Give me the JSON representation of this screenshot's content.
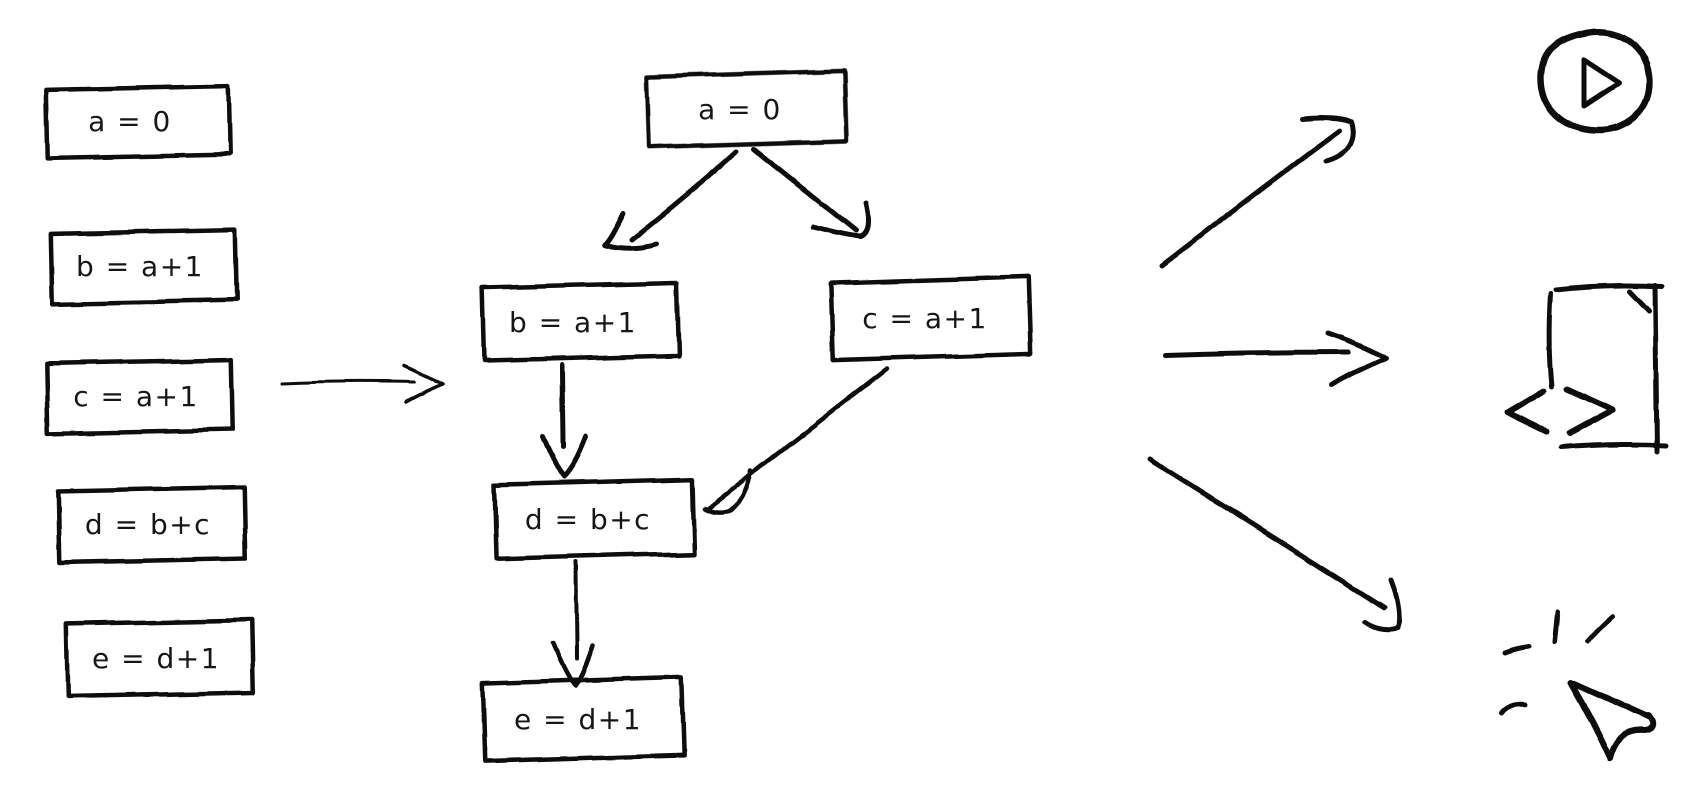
{
  "diagram": {
    "background": "#ffffff",
    "ink_color": "#111111",
    "code_list": {
      "description": "hand-drawn list of sequential code statements",
      "items": [
        "a = 0",
        "b = a+1",
        "c = a+1",
        "d = b+c",
        "e = d+1"
      ]
    },
    "transform_arrow": {
      "description": "thin arrow from code list to dependency graph",
      "direction": "right"
    },
    "graph": {
      "description": "dependency graph of the same statements",
      "nodes": [
        {
          "id": "a",
          "label": "a = 0"
        },
        {
          "id": "b",
          "label": "b = a+1"
        },
        {
          "id": "c",
          "label": "c = a+1"
        },
        {
          "id": "d",
          "label": "d = b+c"
        },
        {
          "id": "e",
          "label": "e = d+1"
        }
      ],
      "edges": [
        {
          "from": "a",
          "to": "b"
        },
        {
          "from": "a",
          "to": "c"
        },
        {
          "from": "b",
          "to": "d"
        },
        {
          "from": "c",
          "to": "d"
        },
        {
          "from": "d",
          "to": "e"
        }
      ]
    },
    "outputs": {
      "description": "three arrows fanning out from the graph to output icons",
      "targets": [
        {
          "icon": "play-button-icon",
          "direction": "up-right"
        },
        {
          "icon": "code-window-icon",
          "direction": "right"
        },
        {
          "icon": "cursor-click-icon",
          "direction": "down-right"
        }
      ]
    }
  }
}
